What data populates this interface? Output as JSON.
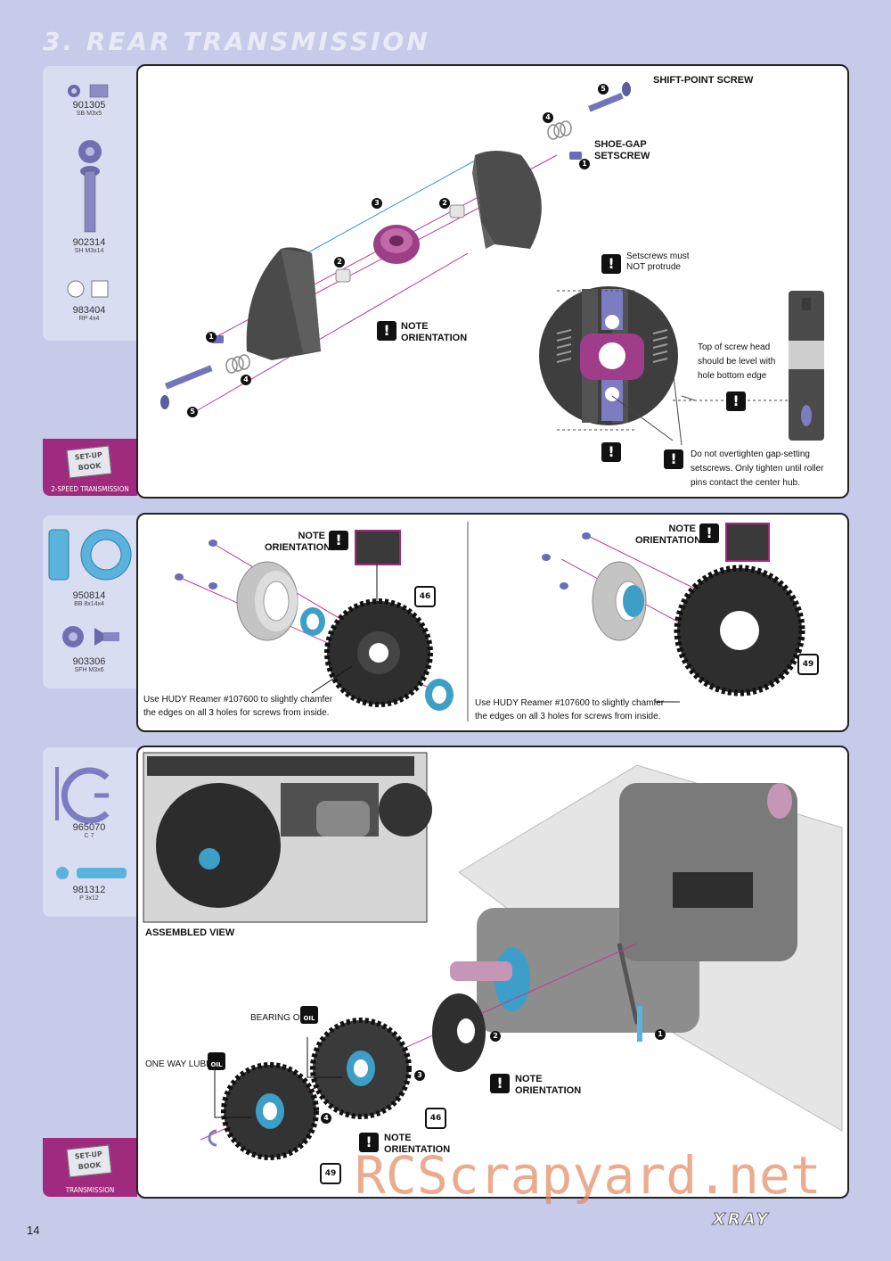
{
  "section_title": "3. REAR TRANSMISSION",
  "page_number": "14",
  "brand": "XRAY",
  "watermark": "RCScrapyard.net",
  "setup_book_text": "SET-UP BOOK",
  "step1": {
    "parts": [
      {
        "number": "901305",
        "desc": "SB M3x5"
      },
      {
        "number": "902314",
        "desc": "SH M3x14"
      },
      {
        "number": "983404",
        "desc": "RP 4x4"
      }
    ],
    "setup_label": "2-SPEED TRANSMISSION",
    "shift_point_screw": "SHIFT-POINT SCREW",
    "shoe_gap_setscrew": "SHOE-GAP SETSCREW",
    "note_orientation": "NOTE ORIENTATION",
    "setscrews_note": "Setscrews must NOT protrude",
    "screw_head_note": "Top of screw head should be level with hole bottom edge",
    "overtighten_note": "Do not overtighten gap-setting setscrews. Only tighten until roller pins contact the center hub.",
    "callouts": [
      "1",
      "2",
      "3",
      "4",
      "5"
    ]
  },
  "step2": {
    "parts": [
      {
        "number": "950814",
        "desc": "BB 8x14x4"
      },
      {
        "number": "903306",
        "desc": "SFH M3x6"
      }
    ],
    "note_orientation": "NOTE ORIENTATION",
    "reamer_note": "Use HUDY Reamer #107600 to slightly chamfer the edges on all 3 holes for screws from inside.",
    "gear_badges": [
      "46",
      "49"
    ]
  },
  "step3": {
    "parts": [
      {
        "number": "965070",
        "desc": "C 7"
      },
      {
        "number": "981312",
        "desc": "P 3x12"
      }
    ],
    "setup_label": "TRANSMISSION",
    "assembled_view": "ASSEMBLED VIEW",
    "bearing_oil": "BEARING OIL",
    "one_way_lube": "ONE WAY LUBE",
    "oil_icon": "OIL",
    "note_orientation": "NOTE ORIENTATION",
    "gear_badges": [
      "46",
      "49"
    ],
    "callouts": [
      "1",
      "2",
      "3",
      "4"
    ]
  }
}
